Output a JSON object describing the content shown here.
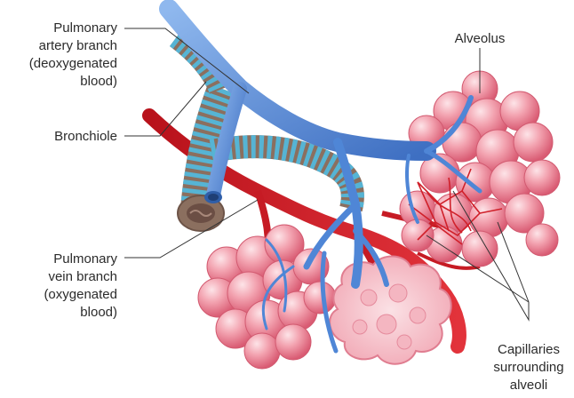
{
  "labels": {
    "pulmonary_artery": "Pulmonary\nartery branch\n(deoxygenated\nblood)",
    "bronchiole": "Bronchiole",
    "pulmonary_vein": "Pulmonary\nvein branch\n(oxygenated\nblood)",
    "alveolus": "Alveolus",
    "capillaries": "Capillaries\nsurrounding\nalveoli"
  },
  "colors": {
    "artery_blue": "#4f86d6",
    "vein_red": "#d0202a",
    "alveolus_pink": "#f08a9a",
    "bronchiole_teal": "#56b4d4",
    "bronchiole_tan": "#8b6f5f",
    "leader_line": "#333333"
  }
}
